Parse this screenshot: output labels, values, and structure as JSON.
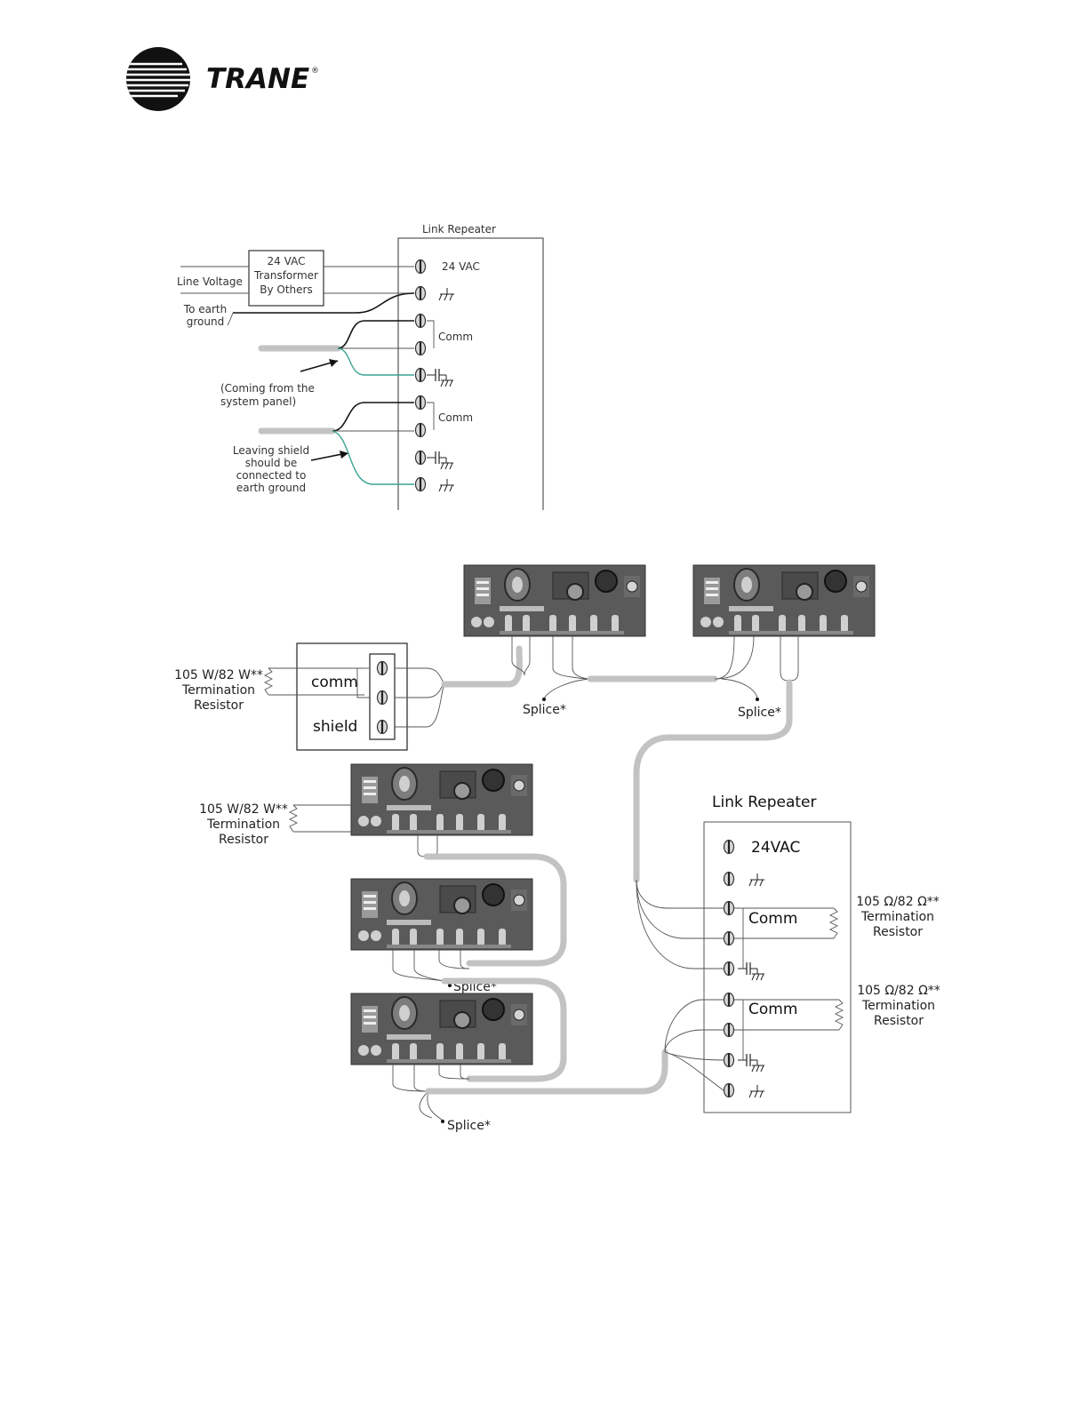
{
  "brand": {
    "name": "TRANE",
    "registered": "®"
  },
  "diagram1": {
    "title": "Link Repeater",
    "terminal_24vac": "24 VAC",
    "comm_label_1": "Comm",
    "comm_label_2": "Comm",
    "transformer": [
      "24 VAC",
      "Transformer",
      "By Others"
    ],
    "line_voltage": "Line Voltage",
    "earth_ground": [
      "To earth",
      "ground"
    ],
    "coming_from": [
      "(Coming from the",
      "system panel)"
    ],
    "leaving_shield": [
      "Leaving shield",
      "should be",
      "connected to",
      "earth ground"
    ]
  },
  "diagram2": {
    "terminal_block": {
      "comm": "comm",
      "shield": "shield"
    },
    "resistor_left_1": [
      "105 W/82 W**",
      "Termination",
      "Resistor"
    ],
    "resistor_left_2": [
      "105 W/82 W**",
      "Termination",
      "Resistor"
    ],
    "splices": [
      "Splice*",
      "Splice*",
      "Splice*",
      "Splice*"
    ],
    "link_repeater": {
      "title": "Link Repeater",
      "terminal_24vac": "24VAC",
      "comm_1": "Comm",
      "comm_2": "Comm"
    },
    "resistor_right_1": [
      "105 Ω/82 Ω**",
      "Termination",
      "Resistor"
    ],
    "resistor_right_2": [
      "105 Ω/82 Ω**",
      "Termination",
      "Resistor"
    ]
  },
  "colors": {
    "shield_wire": "#3aa394",
    "cable": "#c3c3c3",
    "logo": "#111111"
  }
}
